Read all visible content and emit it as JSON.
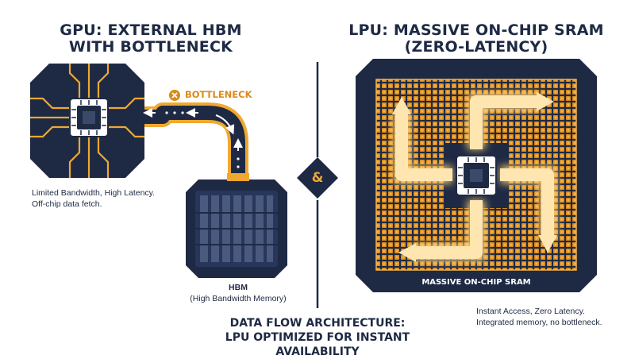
{
  "gpu": {
    "title_line1": "GPU: EXTERNAL HBM",
    "title_line2": "WITH BOTTLENECK",
    "bottleneck_label": "BOTTLENECK",
    "caption_line1": "Limited Bandwidth, High Latency.",
    "caption_line2": "Off-chip data fetch.",
    "hbm_label": "HBM",
    "hbm_sublabel": "(High Bandwidth Memory)"
  },
  "separator": {
    "symbol": "&"
  },
  "lpu": {
    "title_line1": "LPU: MASSIVE ON-CHIP SRAM",
    "title_line2": "(ZERO-LATENCY)",
    "sram_label": "MASSIVE ON-CHIP SRAM",
    "caption_line1": "Instant Access, Zero Latency.",
    "caption_line2": "Integrated memory, no bottleneck."
  },
  "footer": {
    "line1": "DATA FLOW ARCHITECTURE:",
    "line2": "LPU OPTIMIZED FOR INSTANT AVAILABILITY"
  },
  "colors": {
    "navy": "#1e2a44",
    "gold": "#f0a830",
    "accent": "#d98a1c"
  }
}
